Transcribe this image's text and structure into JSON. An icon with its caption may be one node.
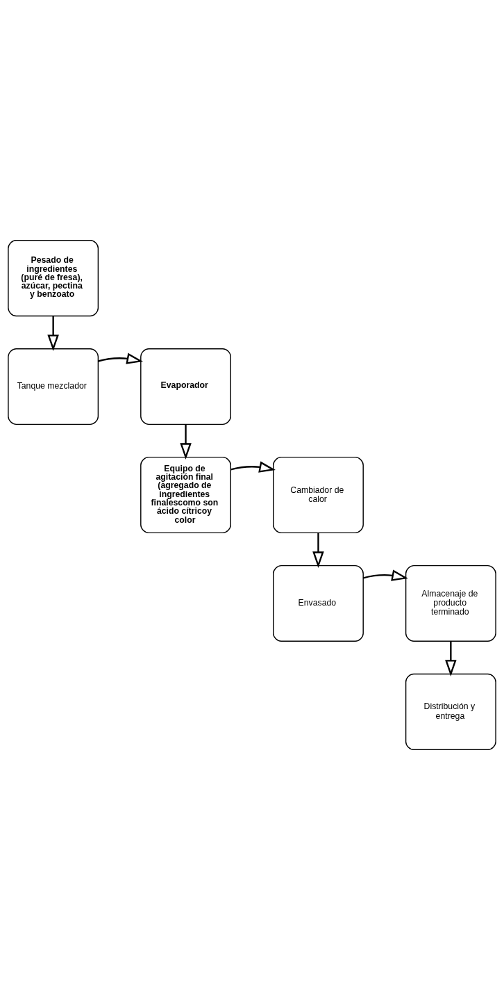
{
  "diagram": {
    "nodes": [
      {
        "text": [
          "Pesado de ingredientes (puré de fresa), azúcar, pectina y benzoato"
        ]
      },
      {
        "text": [
          "Tanque mezclador"
        ]
      },
      {
        "text": [
          "Evaporador"
        ]
      },
      {
        "text": [
          "Equipo de agitación final (agregado de ingredientes finalescomo son ácido cítricoy color"
        ]
      },
      {
        "text": [
          "Cambiador de calor"
        ]
      },
      {
        "text": [
          "Envasado"
        ]
      },
      {
        "text": [
          "Almacenaje de producto terminado"
        ]
      },
      {
        "text": [
          "Distribución y entrega"
        ]
      }
    ],
    "edges": [
      {
        "from": 0,
        "to": 1,
        "arrow": "to"
      },
      {
        "from": 1,
        "to": 2,
        "arrow": "to"
      },
      {
        "from": 2,
        "to": 3,
        "arrow": "to"
      },
      {
        "from": 3,
        "to": 4,
        "arrow": "to"
      },
      {
        "from": 4,
        "to": 5,
        "arrow": "to"
      },
      {
        "from": 5,
        "to": 6,
        "arrow": "to"
      },
      {
        "from": 6,
        "to": 7,
        "arrow": "to"
      }
    ]
  }
}
